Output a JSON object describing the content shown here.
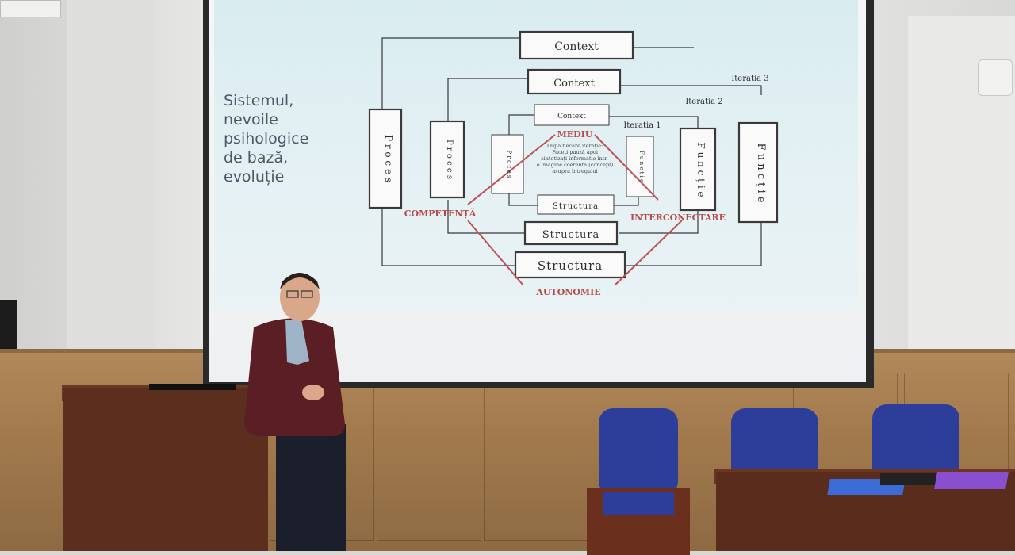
{
  "slide": {
    "title_lines": [
      "Sistemul,",
      "nevoile",
      "psihologice",
      "de bază,",
      "evoluție"
    ]
  },
  "diagram": {
    "contexts": [
      "Context",
      "Context",
      "Context"
    ],
    "iterations": [
      "Iteratia 3",
      "Iteratia 2",
      "Iteratia 1"
    ],
    "proces": [
      "P r o c e s",
      "P r o c e s",
      "P r o c e s"
    ],
    "functie": [
      "F u n c ț i e",
      "F u n c ț i e",
      "F u n c ț i e"
    ],
    "structuri": [
      "Structura",
      "Structura",
      "Structura"
    ],
    "central_note": [
      "După fiecare iterație:",
      "Faceți pauză apoi",
      "sintetizați informatie într-",
      "o imagine coerentă (concept)",
      "asupra întregului"
    ],
    "labels": {
      "mediu": "MEDIU",
      "competenta": "COMPETENȚĂ",
      "interconectare": "INTERCONECTARE",
      "autonomie": "AUTONOMIE"
    },
    "colors": {
      "box": "#3a3a3a",
      "accent": "#b84a4a"
    }
  }
}
